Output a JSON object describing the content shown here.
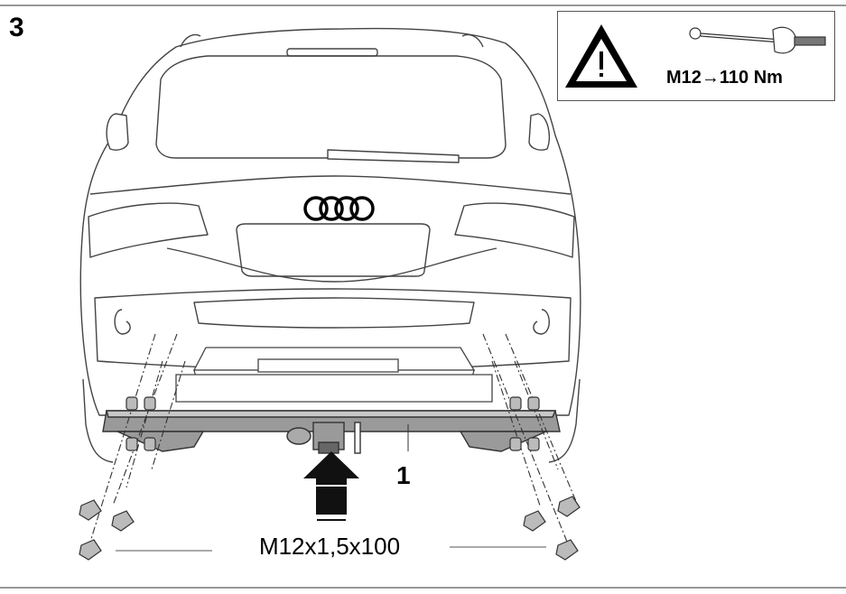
{
  "step": {
    "number": "3"
  },
  "torque": {
    "spec": "M12→110 Nm",
    "warning_icon": "warning-triangle-icon",
    "tool_icon": "torque-wrench-icon"
  },
  "callouts": {
    "part_number": "1",
    "bolt_spec": "M12x1,5x100"
  },
  "vehicle": {
    "emblem_icon": "four-rings-emblem-icon"
  }
}
